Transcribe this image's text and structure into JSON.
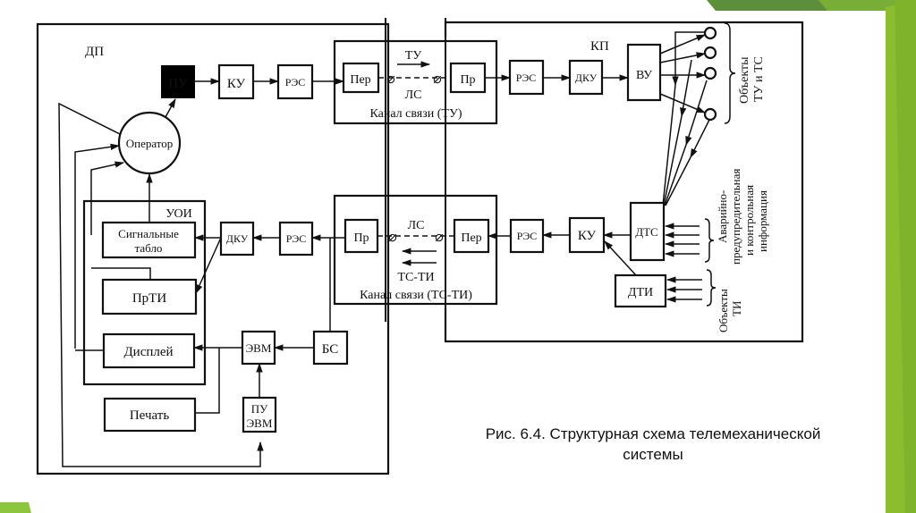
{
  "slide": {
    "accent_colors": {
      "light_green": "#8cbd2e",
      "mid_green": "#6fa83a",
      "dark_green": "#5c8f3c"
    }
  },
  "diagram": {
    "regions": {
      "dp": "ДП",
      "kp": "КП"
    },
    "blocks": {
      "pu": "ПУ",
      "ku_top": "КУ",
      "res_top_left": "РЭС",
      "per_top": "Пер",
      "pr_top": "Пр",
      "res_top_right": "РЭС",
      "dku_top": "ДКУ",
      "vu": "ВУ",
      "operator": "Оператор",
      "uoi": "УОИ",
      "signal_boards_line1": "Сигнальные",
      "signal_boards_line2": "табло",
      "dku_bottom": "ДКУ",
      "res_bottom_left": "РЭС",
      "pr_bottom": "Пр",
      "per_bottom": "Пер",
      "res_bottom_right": "РЭС",
      "ku_bottom": "КУ",
      "dts": "ДТС",
      "dti": "ДТИ",
      "prti": "ПрТИ",
      "display": "Дисплей",
      "evm": "ЭВМ",
      "bs": "БС",
      "print": "Печать",
      "pu_evm_line1": "ПУ",
      "pu_evm_line2": "ЭВМ"
    },
    "channels": {
      "tu": {
        "direction_label": "ТУ",
        "line_label": "ЛС",
        "title": "Канал связи (ТУ)"
      },
      "ts_ti": {
        "direction_label": "ТС-ТИ",
        "line_label": "ЛС",
        "title": "Канал связи (ТС-ТИ)"
      }
    },
    "side_labels": {
      "objects_tu_ts_line1": "Объекты",
      "objects_tu_ts_line2": "ТУ и ТС",
      "alarm_line1": "Аварийно-",
      "alarm_line2": "предупредительная",
      "alarm_line3": "и контрольная",
      "alarm_line4": "информация",
      "objects_ti_line1": "Объекты",
      "objects_ti_line2": "ТИ"
    }
  },
  "caption": {
    "line1": "Рис. 6.4. Структурная схема телемеханической",
    "line2": "системы"
  }
}
